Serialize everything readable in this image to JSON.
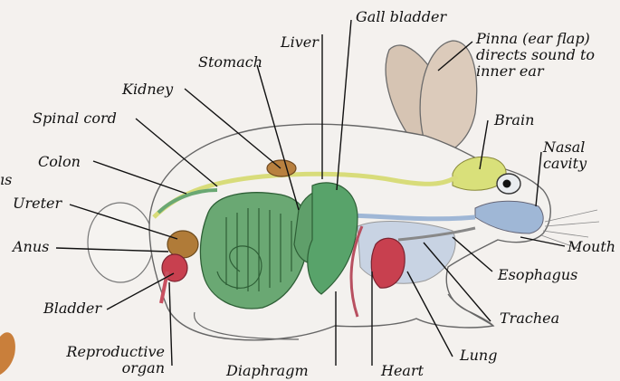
{
  "labels": {
    "gall_bladder": "Gall bladder",
    "liver": "Liver",
    "pinna": "Pinna (ear flap) directs sound to inner ear",
    "stomach": "Stomach",
    "kidney": "Kidney",
    "brain": "Brain",
    "spinal_cord": "Spinal cord",
    "nasal_cavity": "Nasal cavity",
    "colon": "Colon",
    "ureter": "Ureter",
    "anus": "Anus",
    "mouth": "Mouth",
    "esophagus": "Esophagus",
    "bladder": "Bladder",
    "trachea": "Trachea",
    "reproductive_organ": "Reproductive organ",
    "lung": "Lung",
    "diaphragm": "Diaphragm",
    "heart": "Heart"
  },
  "partial_text": {
    "left_edge": "ıs"
  },
  "colors": {
    "background": "#f4f1ee",
    "body_fill": "#f3f1ee",
    "ear_fill": "#d8c9b9",
    "digestive_green": "#5f9f6a",
    "liver_green": "#58a36a",
    "kidney_brown": "#b8803f",
    "heart_red": "#c8404f",
    "brain_yellow": "#d9e07a",
    "nasal_blue": "#9fb7d6",
    "lung_blue": "#c8d3e3"
  }
}
